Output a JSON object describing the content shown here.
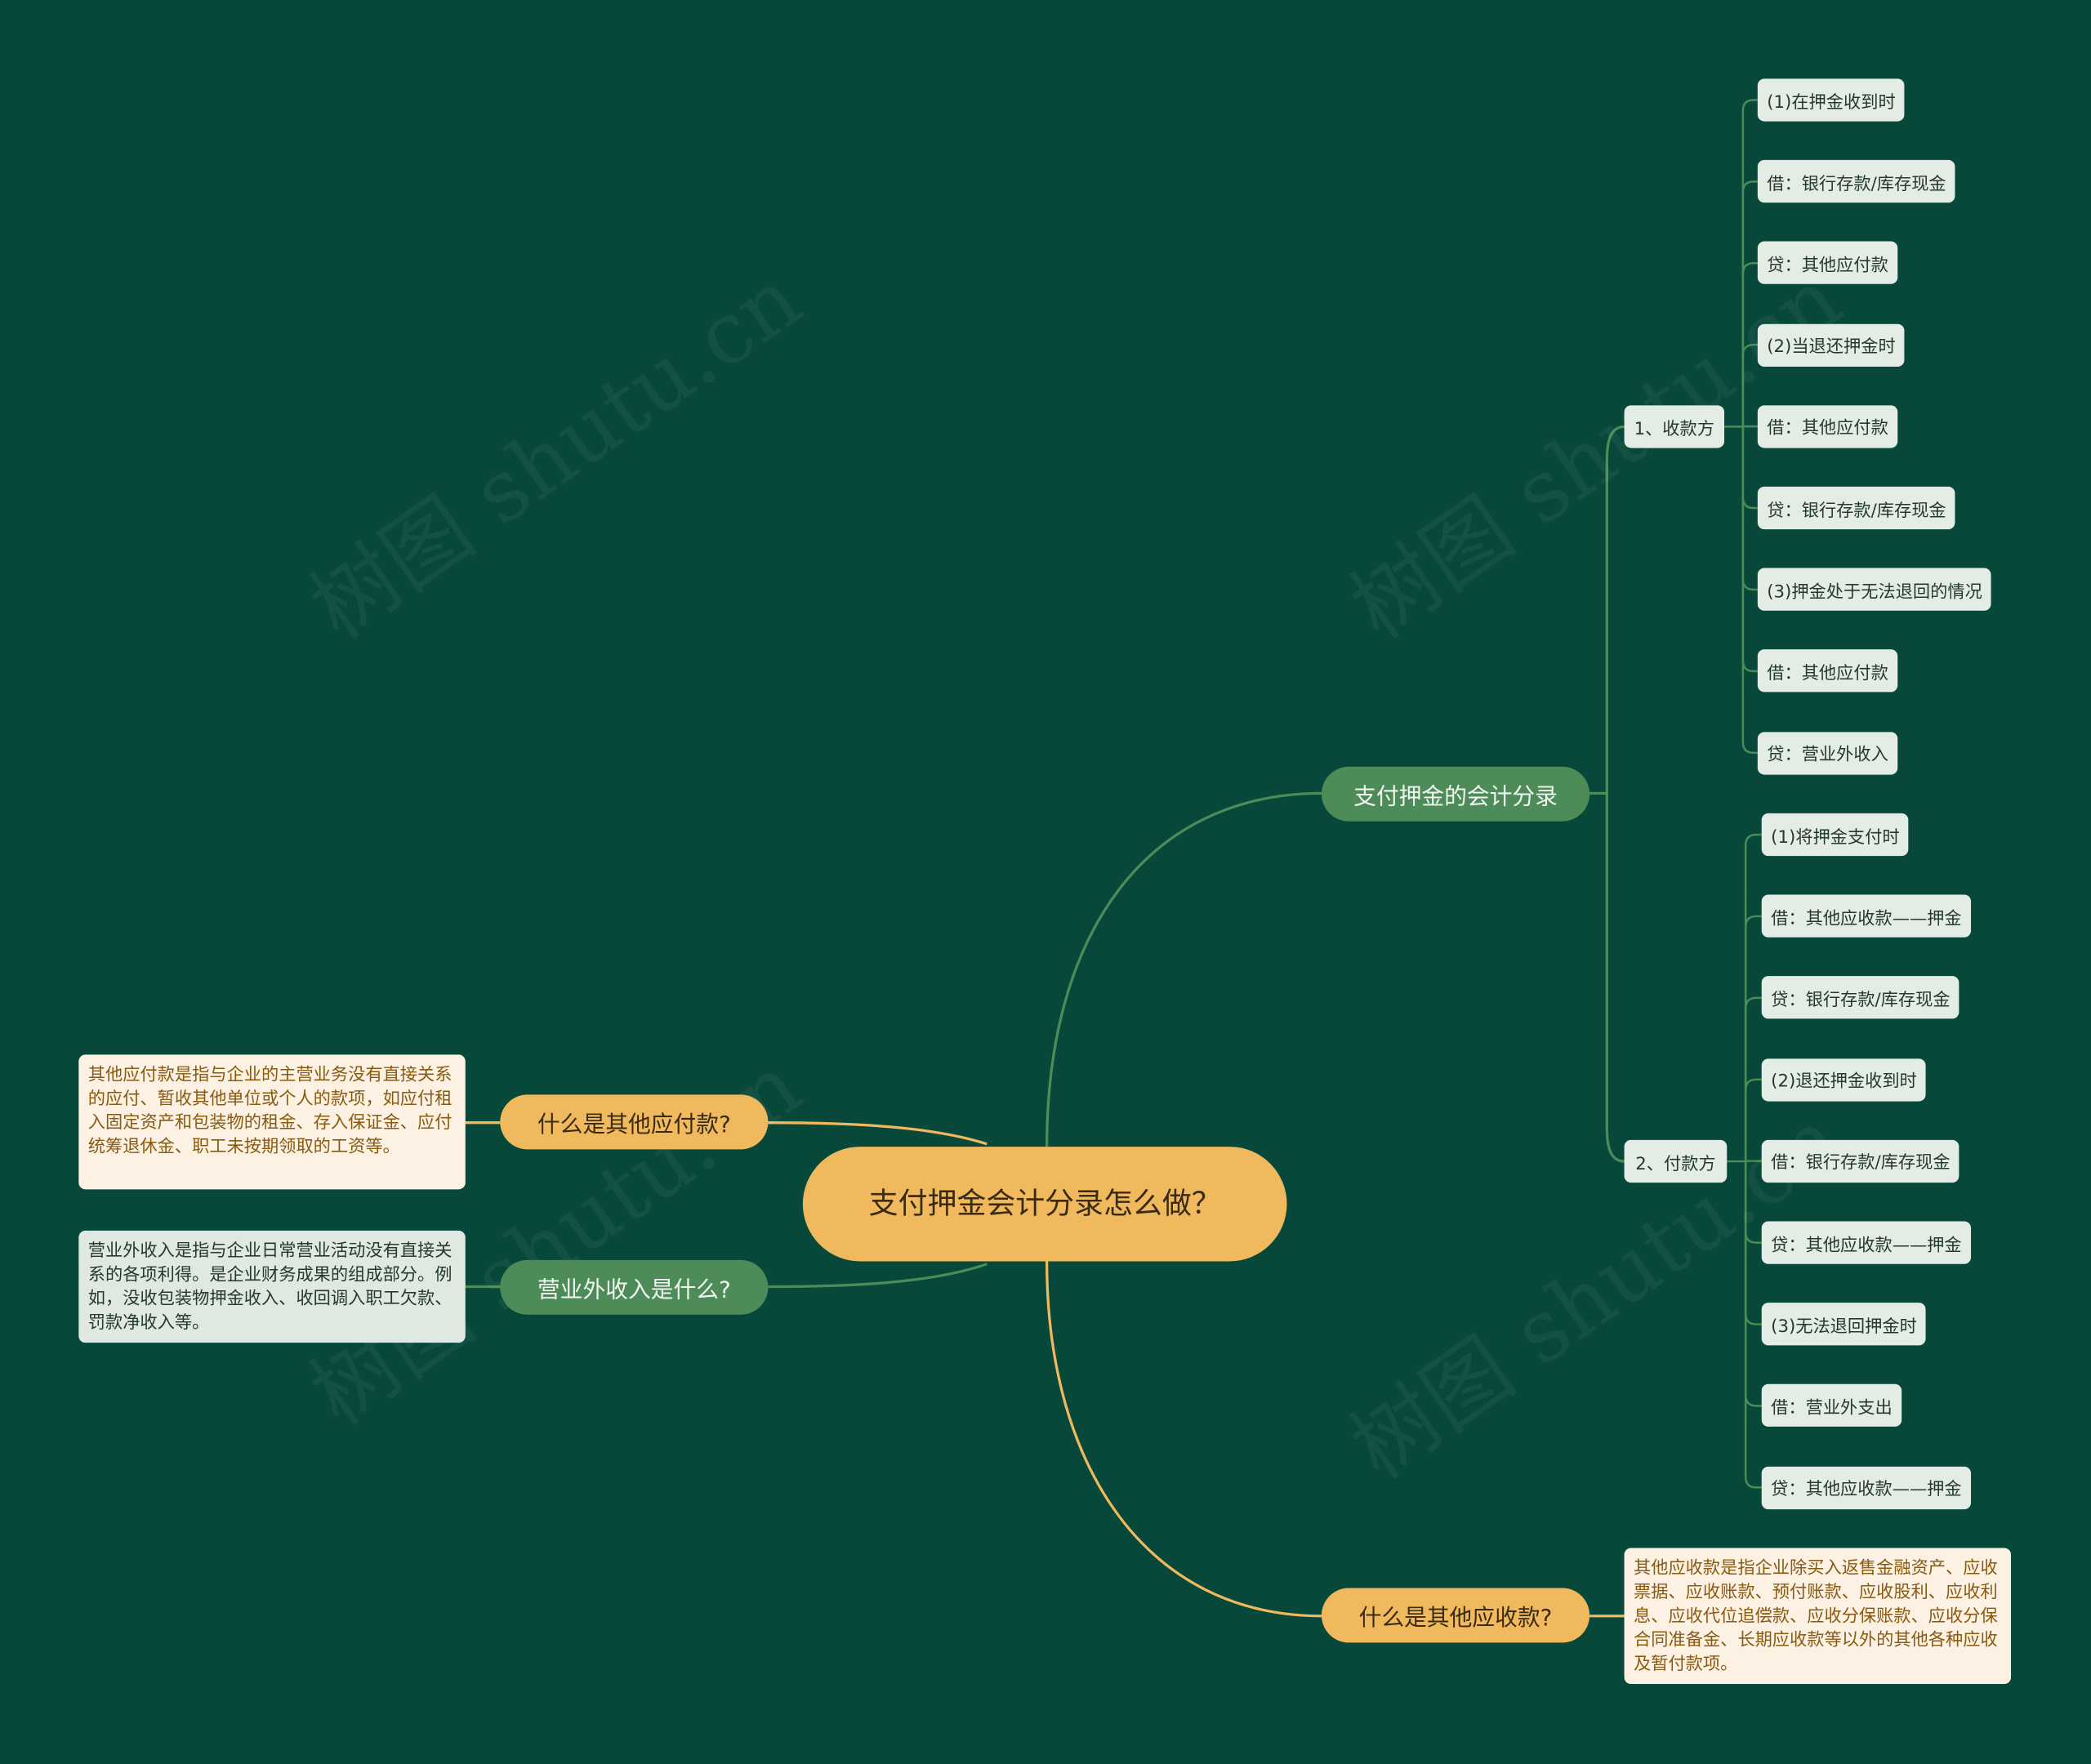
{
  "root": {
    "title": "支付押金会计分录怎么做？"
  },
  "branches": {
    "entries": {
      "label": "支付押金的会计分录",
      "receiver": {
        "label": "1、收款方",
        "items": [
          "(1)在押金收到时",
          "借：银行存款/库存现金",
          "贷：其他应付款",
          "(2)当退还押金时",
          "借：其他应付款",
          "贷：银行存款/库存现金",
          "(3)押金处于无法退回的情况",
          "借：其他应付款",
          "贷：营业外收入"
        ]
      },
      "payer": {
        "label": "2、付款方",
        "items": [
          "(1)将押金支付时",
          "借：其他应收款——押金",
          "贷：银行存款/库存现金",
          "(2)退还押金收到时",
          "借：银行存款/库存现金",
          "贷：其他应收款——押金",
          "(3)无法退回押金时",
          "借：营业外支出",
          "贷：其他应收款——押金"
        ]
      }
    },
    "receivable": {
      "label": "什么是其他应收款?",
      "note": "其他应收款是指企业除买入返售金融资产、应收票据、应收账款、预付账款、应收股利、应收利息、应收代位追偿款、应收分保账款、应收分保合同准备金、长期应收款等以外的其他各种应收及暂付款项。"
    },
    "payable": {
      "label": "什么是其他应付款?",
      "note": "其他应付款是指与企业的主营业务没有直接关系的应付、暂收其他单位或个人的款项，如应付租入固定资产和包装物的租金、存入保证金、应付统筹退休金、职工未按期领取的工资等。"
    },
    "nonop": {
      "label": "营业外收入是什么?",
      "note": "营业外收入是指与企业日常营业活动没有直接关系的各项利得。是企业财务成果的组成部分。例如，没收包装物押金收入、收回调入职工欠款、罚款净收入等。"
    }
  },
  "watermark": "树图 shutu.cn",
  "colors": {
    "background": "#08483a",
    "green": "#4d8c59",
    "orange": "#f0b95d",
    "leaf": "#e3ede5",
    "note_cream": "#fcf1e2"
  }
}
